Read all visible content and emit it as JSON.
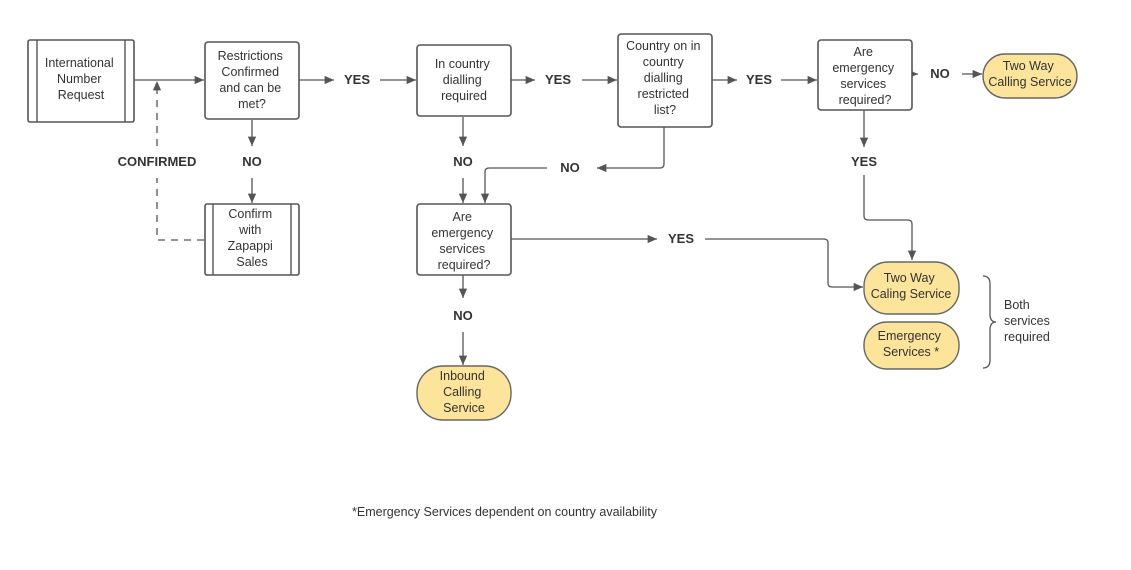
{
  "colors": {
    "terminal_fill": "#fce49b",
    "stroke": "#555555",
    "text": "#333333"
  },
  "nodes": {
    "international_request": [
      "International",
      "Number",
      "Request"
    ],
    "restrictions_confirmed": [
      "Restrictions",
      "Confirmed",
      "and can be",
      "met?"
    ],
    "confirm_sales": [
      "Confirm",
      "with",
      "Zapappi",
      "Sales"
    ],
    "in_country_dialling": [
      "In country",
      "dialling",
      "required"
    ],
    "restricted_list": [
      "Country on in",
      "country",
      "dialling",
      "restricted",
      "list?"
    ],
    "emergency_top": [
      "Are",
      "emergency",
      "services",
      "required?"
    ],
    "emergency_mid": [
      "Are",
      "emergency",
      "services",
      "required?"
    ],
    "two_way_top": [
      "Two Way",
      "Calling Service"
    ],
    "two_way_bottom": [
      "Two Way",
      "Caling Service"
    ],
    "emergency_services": [
      "Emergency",
      "Services *"
    ],
    "inbound_calling": [
      "Inbound",
      "Calling",
      "Service"
    ]
  },
  "labels": {
    "yes": "YES",
    "no": "NO",
    "confirmed": "CONFIRMED"
  },
  "brace_note": [
    "Both",
    "services",
    "required"
  ],
  "footnote": "*Emergency Services dependent on country availability"
}
